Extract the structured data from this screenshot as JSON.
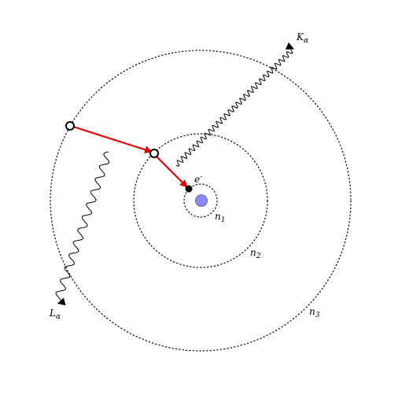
{
  "labels": {
    "electron": {
      "main": "e",
      "sup": "-"
    },
    "n1": {
      "main": "n",
      "sub": "1"
    },
    "n2": {
      "main": "n",
      "sub": "2"
    },
    "n3": {
      "main": "n",
      "sub": "3"
    },
    "k_alpha": {
      "main": "K",
      "sub": "α"
    },
    "l_alpha": {
      "main": "L",
      "sub": "α"
    }
  },
  "colors": {
    "nucleus_fill": "#8a8aff",
    "transition_arrow": "#e60000",
    "orbit_stroke": "#000000",
    "photon_stroke": "#000000"
  }
}
